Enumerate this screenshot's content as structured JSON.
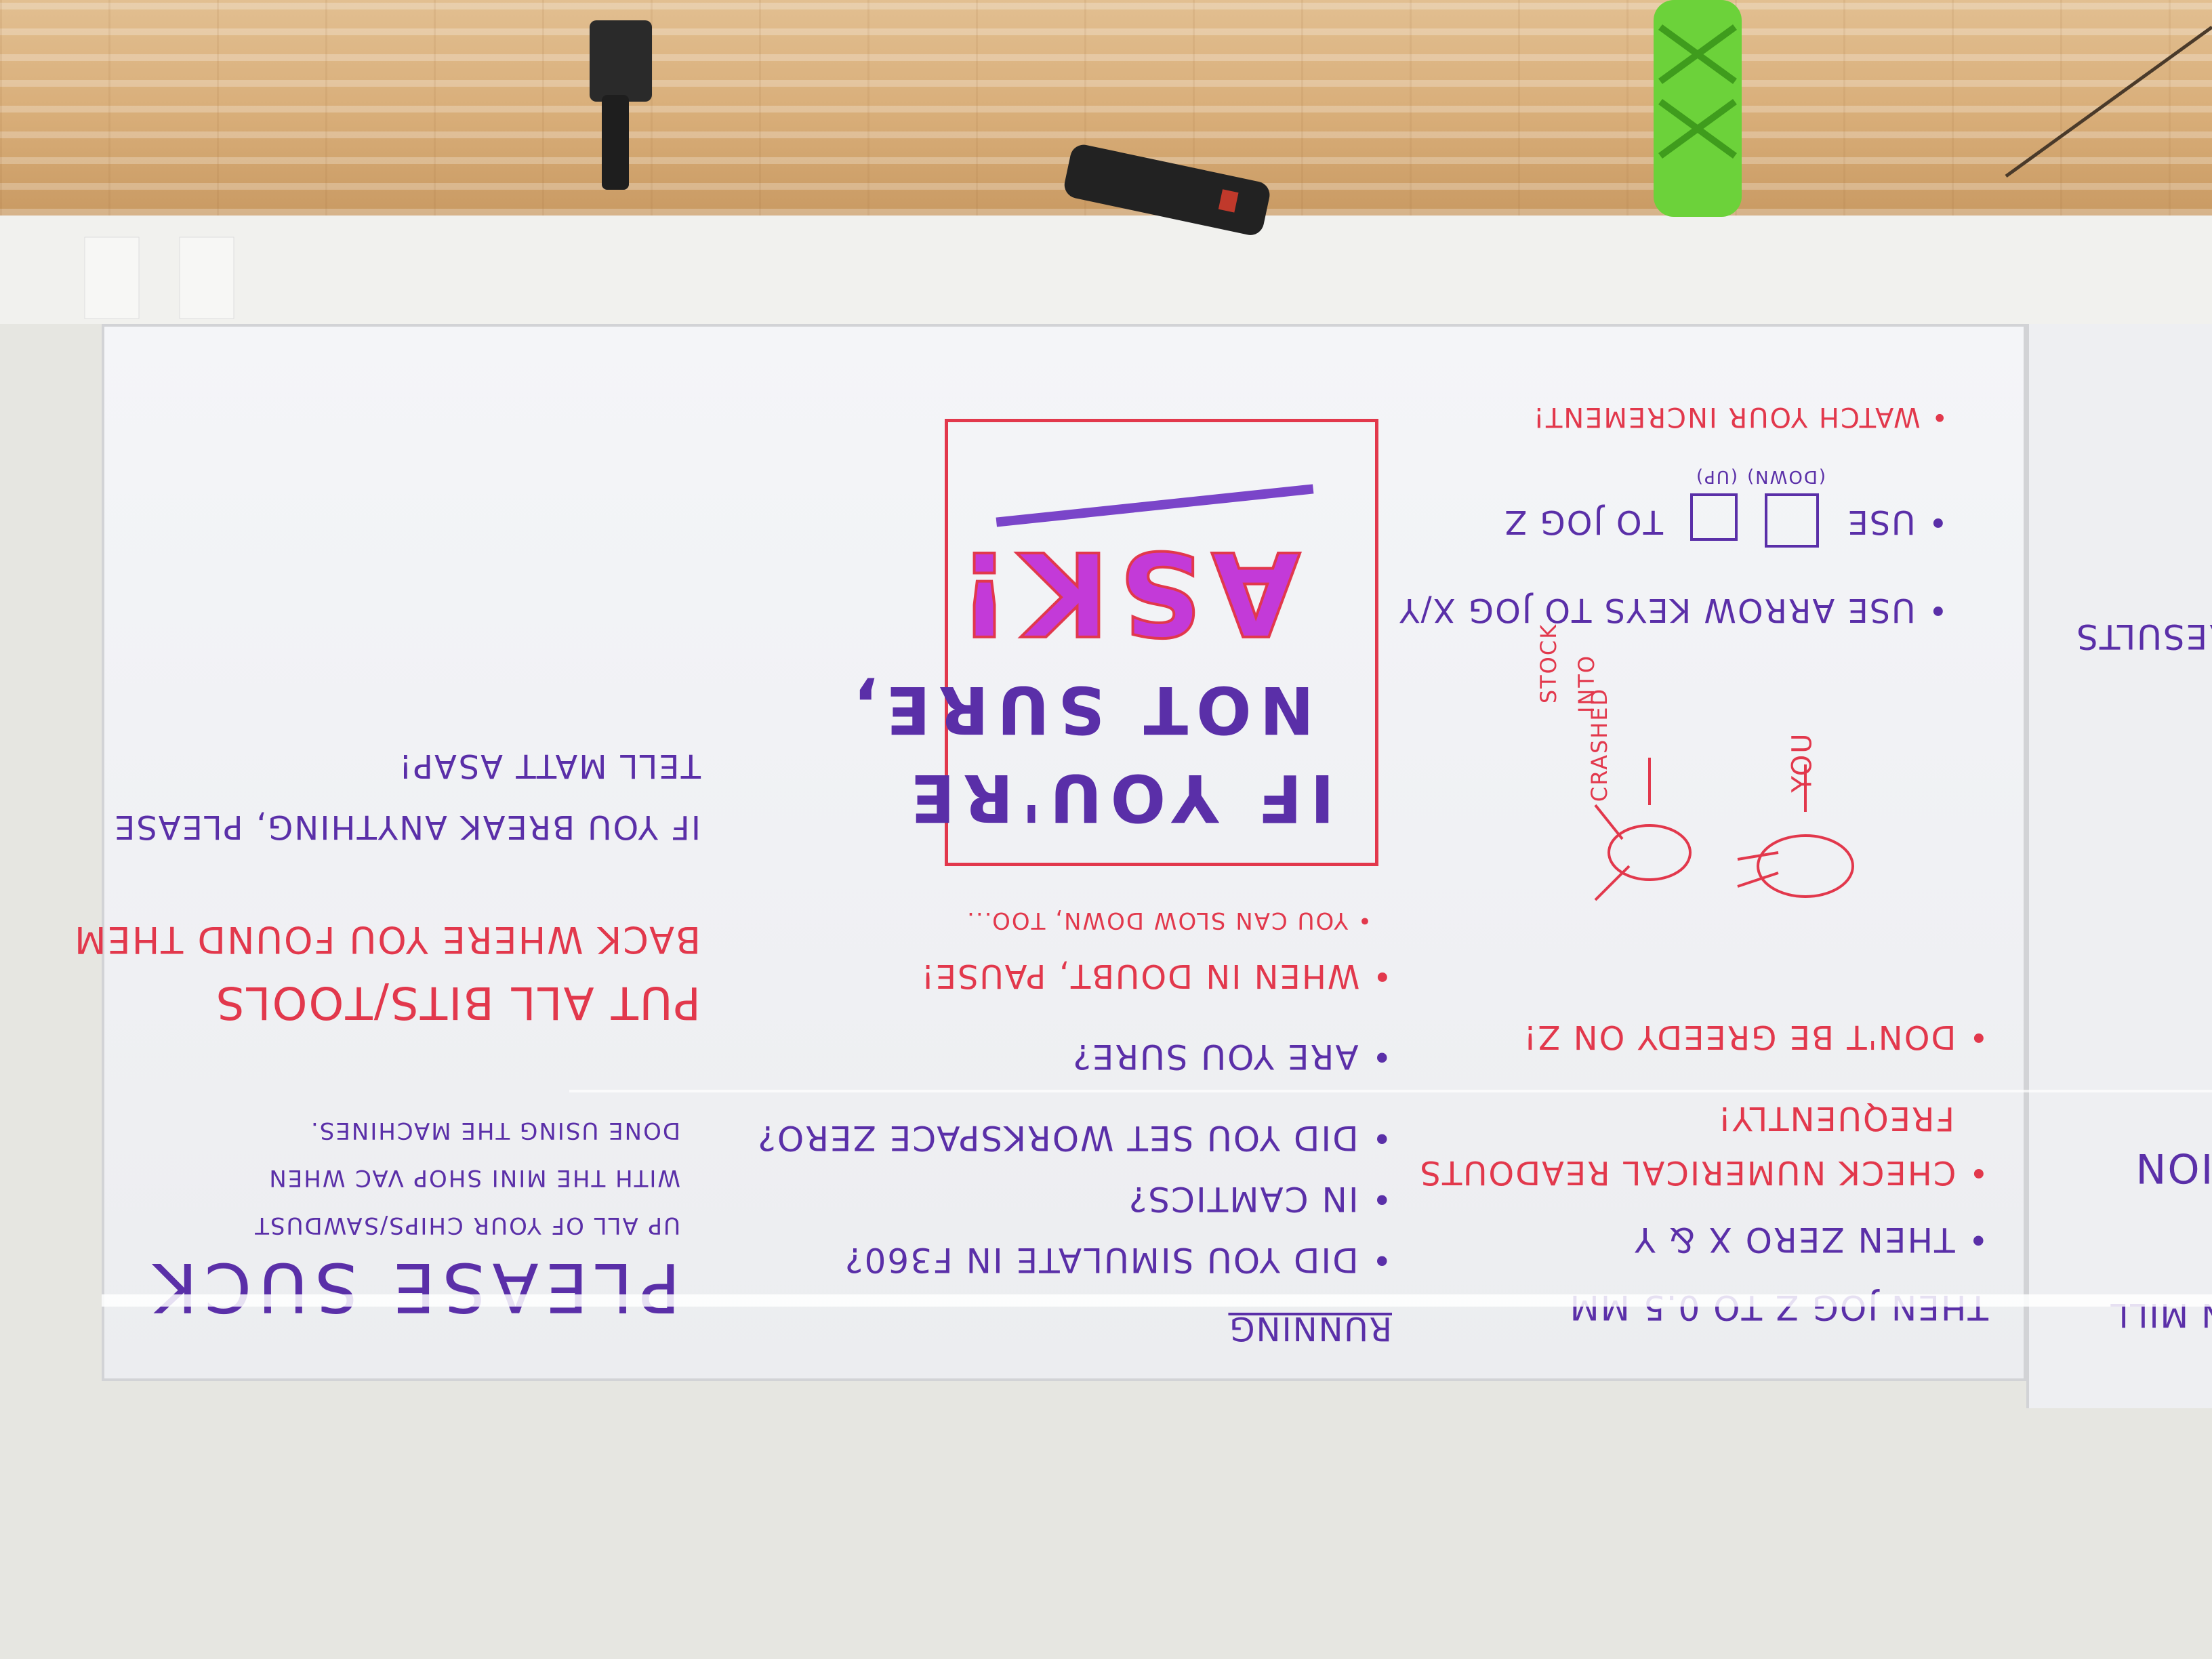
{
  "board": {
    "title": "PLEASE SUCK",
    "suck_note": [
      "UP ALL OF YOUR CHIPS/SAWDUST",
      "WITH THE MINI SHOP VAC WHEN",
      "DONE USING THE MACHINES."
    ],
    "bits_note": [
      "PUT ALL BITS/TOOLS",
      "BACK WHERE YOU FOUND THEM"
    ],
    "break_note": [
      "IF YOU BREAK ANYTHING, PLEASE",
      "TELL MATT ASAP!"
    ],
    "running_heading": "RUNNING",
    "running_items": [
      "DID YOU SIMULATE IN F360?",
      "IN CAMTICS?",
      "DID YOU SET WORKSPACE ZERO?",
      "ARE YOU SURE?",
      "WHEN IN DOUBT, PAUSE!",
      "YOU CAN SLOW DOWN, TOO..."
    ],
    "ask_box": [
      "IF YOU'RE",
      "NOT SURE,",
      "ASK!"
    ],
    "jog_items": [
      "THEN JOG Z TO 0.5 MM",
      "THEN ZERO X & Y",
      "CHECK NUMERICAL READOUTS",
      "FREQUENTLY!",
      "DON'T BE GREEDY ON Z!",
      "USE ARROW KEYS TO JOG X/Y",
      "USE",
      "TO JOG Z",
      "WATCH YOUR INCREMENT!"
    ],
    "key_labels": [
      "(DOWN)",
      "(UP)"
    ],
    "doodle_labels": [
      "YOU",
      "CRASHED",
      "INTO",
      "STOCK"
    ],
    "edge_fragments": [
      "ON MILL",
      "TION",
      "RESULTS"
    ],
    "colors": {
      "purple_marker": "#5a2fa8",
      "red_marker": "#e2384c"
    }
  }
}
